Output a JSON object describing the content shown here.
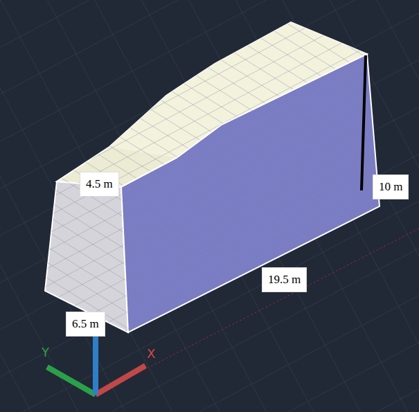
{
  "diagram": {
    "labels": [
      "4.5 m",
      "10 m",
      "19.5 m",
      "6.5 m",
      "Y",
      "X"
    ]
  }
}
